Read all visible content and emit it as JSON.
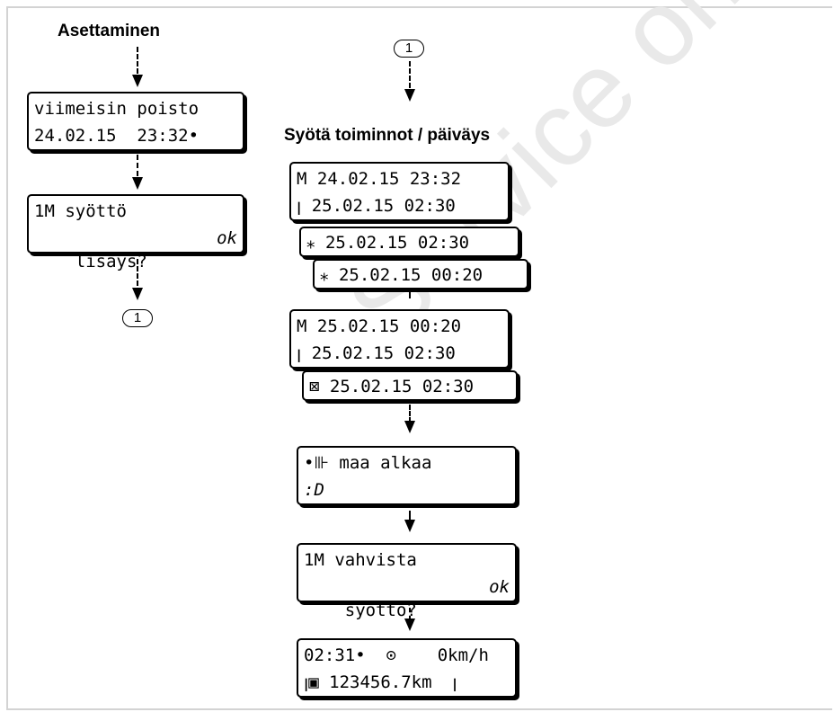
{
  "watermark": "Service only",
  "left": {
    "heading": "Asettaminen",
    "display1": {
      "line1": "viimeisin poisto",
      "line2": "24.02.15  23:32•"
    },
    "display2": {
      "line1": "1M syöttö",
      "line2": "lisäys?",
      "ok": "ok"
    },
    "marker": "1"
  },
  "right": {
    "marker": "1",
    "heading": "Syötä toiminnot / päiväys",
    "stack1": {
      "top": {
        "line1": "M 24.02.15 23:32",
        "line2": "ꞁ 25.02.15 02:30"
      },
      "mid": "⁎ 25.02.15 02:30",
      "bottom": "⁎ 25.02.15 00:20"
    },
    "stack2": {
      "top": {
        "line1": "M 25.02.15 00:20",
        "line2": "ꞁ 25.02.15 02:30"
      },
      "bottom": "⊠ 25.02.15 02:30"
    },
    "country": {
      "line1": "•⊪ maa alkaa",
      "line2": ":D"
    },
    "confirm": {
      "line1": "1M vahvista",
      "line2": "syöttö?",
      "ok": "ok"
    },
    "standard": {
      "line1": "02:31•  ⊙    0km/h",
      "line2": "ꞁ▣ 123456.7km  ꞁ"
    }
  }
}
